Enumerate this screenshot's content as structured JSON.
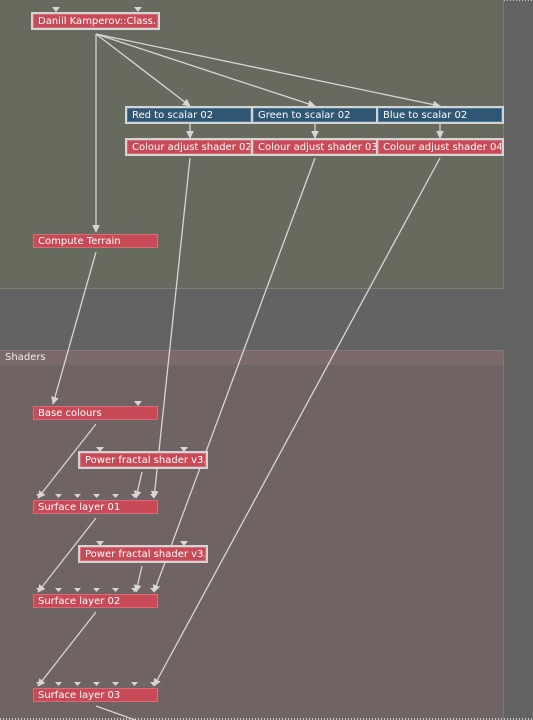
{
  "groups": {
    "shaders_title": "Shaders"
  },
  "nodes": {
    "daniil": "Daniil Kamperov::Class...",
    "red_scalar": "Red to scalar 02",
    "green_scalar": "Green to scalar 02",
    "blue_scalar": "Blue to scalar 02",
    "colour_adj_02": "Colour adjust shader 02",
    "colour_adj_03": "Colour adjust shader 03",
    "colour_adj_04": "Colour adjust shader 04",
    "compute_terrain": "Compute Terrain",
    "base_colours": "Base colours",
    "power_fractal_1": "Power fractal shader v3...",
    "surface_layer_01": "Surface layer 01",
    "power_fractal_2": "Power fractal shader v3...",
    "surface_layer_02": "Surface layer 02",
    "surface_layer_03": "Surface layer 03"
  },
  "colors": {
    "node_red": "#c84a56",
    "node_blue": "#2f5673",
    "group_top": "#666b5e",
    "group_shaders": "#6f6363",
    "wire": "#d6d6d6"
  }
}
